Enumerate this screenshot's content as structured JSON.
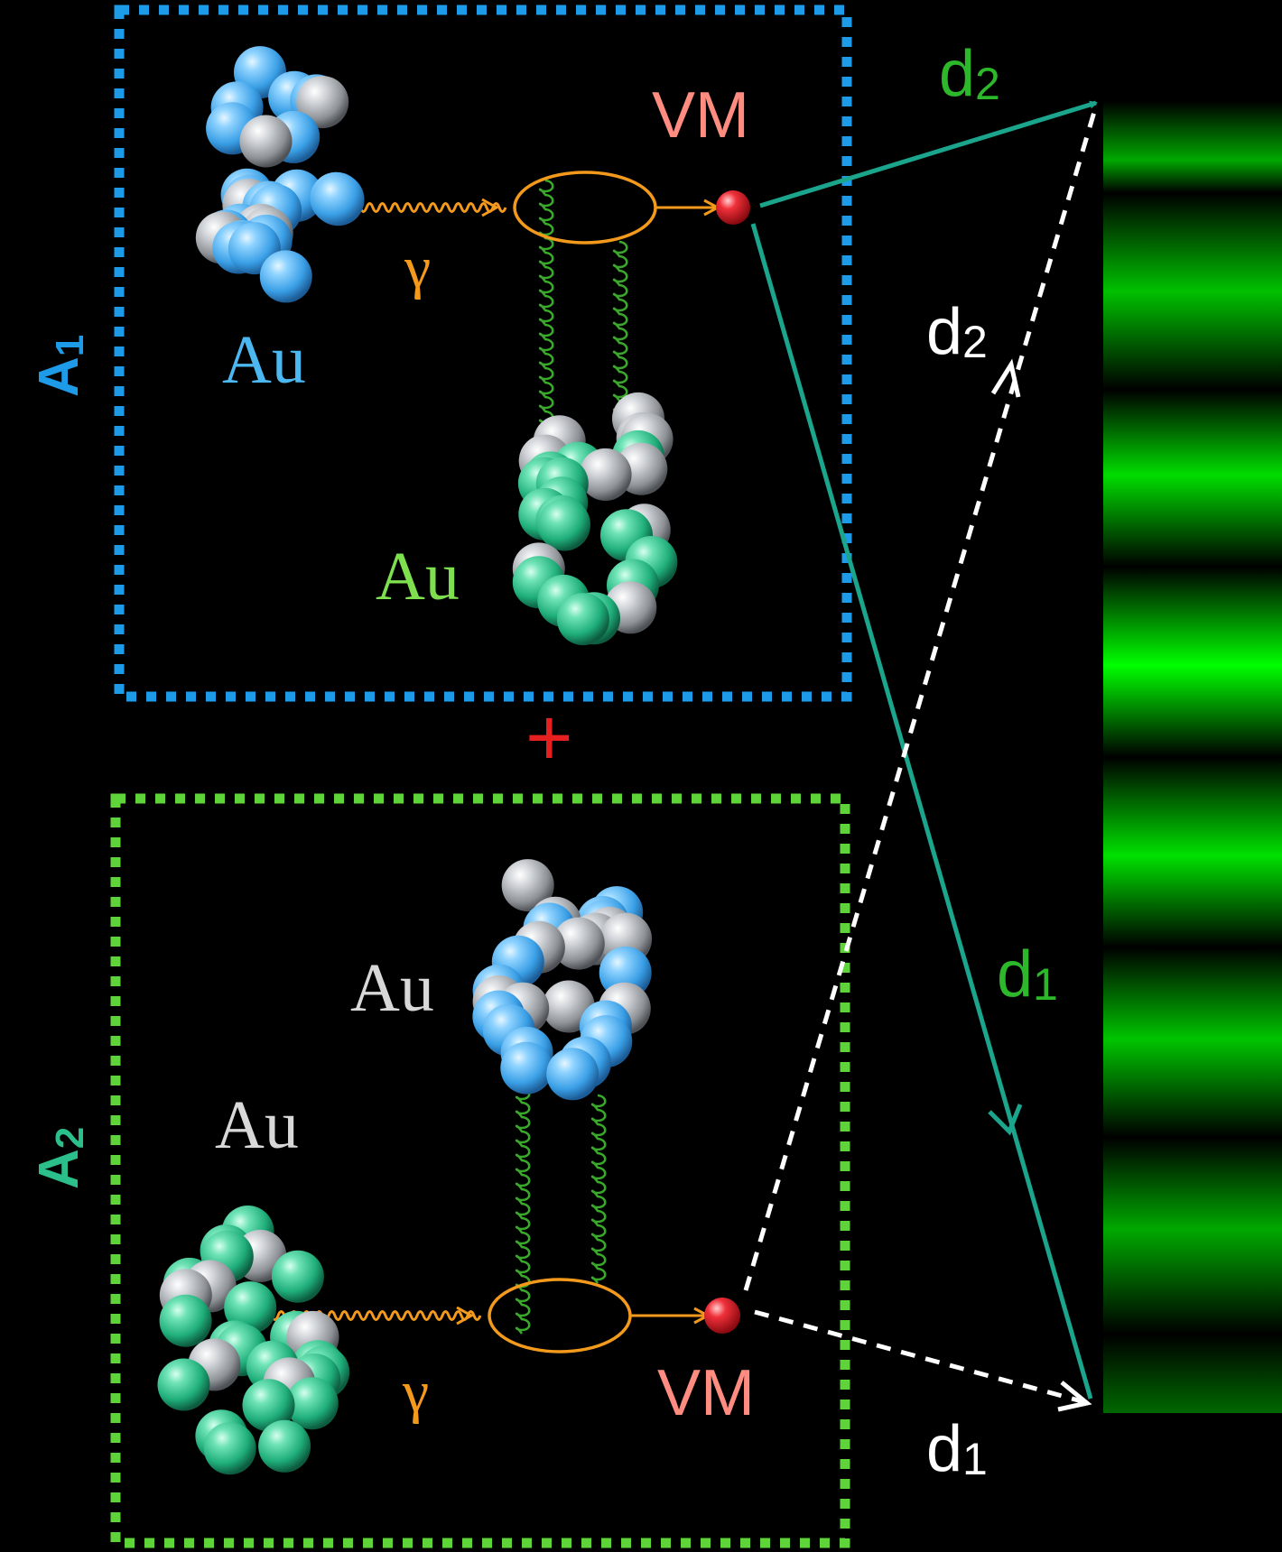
{
  "labels": {
    "amp1": "A",
    "amp1_sub": "1",
    "amp2": "A",
    "amp2_sub": "2",
    "au": "Au",
    "gamma": "γ",
    "vm": "VM",
    "plus": "+",
    "d": "d",
    "d1_sub": "1",
    "d2_sub": "2"
  },
  "colors": {
    "box1": "#1e9be8",
    "box2": "#5fd43a",
    "nucleus_blue": "#5ab4f0",
    "nucleus_green": "#2bbf8a",
    "nucleus_grey": "#b9bcc0",
    "photon": "#f39a1c",
    "gluon": "#3aa82a",
    "vm": "#e0202a",
    "vm_label": "#ff8c80",
    "path_solid": "#1aa58c",
    "path_dashed": "#ffffff",
    "label_green": "#2cb82a",
    "plus": "#e62020",
    "screen": "#00ff00"
  },
  "icons": [
    "gold-nucleus-icon",
    "virtual-photon-icon",
    "gluon-ladder-icon",
    "vector-meson-icon"
  ],
  "interference_pattern": {
    "bright_bands": 7
  }
}
